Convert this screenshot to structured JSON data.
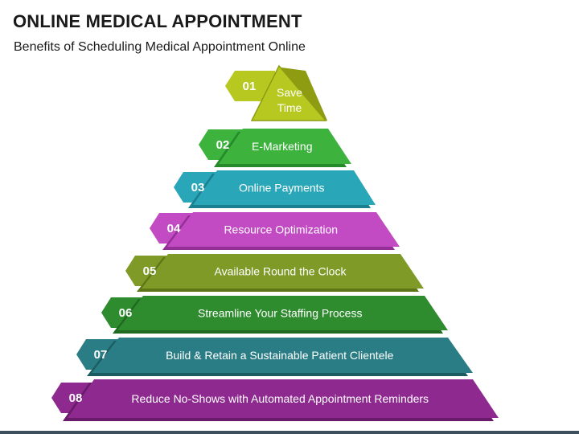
{
  "header": {
    "title": "ONLINE MEDICAL APPOINTMENT",
    "subtitle": "Benefits of Scheduling Medical Appointment Online"
  },
  "levels": [
    {
      "number": "01",
      "label": "Save Time",
      "label_lines": [
        "Save",
        "Time"
      ],
      "color": "#b7c820",
      "color_dark": "#8e9c12"
    },
    {
      "number": "02",
      "label": "E-Marketing",
      "color": "#3db33e",
      "color_dark": "#268a2a"
    },
    {
      "number": "03",
      "label": "Online Payments",
      "color": "#29a7b8",
      "color_dark": "#1a7f8e"
    },
    {
      "number": "04",
      "label": "Resource Optimization",
      "color": "#c24bc4",
      "color_dark": "#932f96"
    },
    {
      "number": "05",
      "label": "Available Round the Clock",
      "color": "#7f9a27",
      "color_dark": "#5f7617"
    },
    {
      "number": "06",
      "label": "Streamline Your Staffing Process",
      "color": "#2e8c2f",
      "color_dark": "#1e6a20"
    },
    {
      "number": "07",
      "label": "Build & Retain a Sustainable Patient Clientele",
      "color": "#2a7d84",
      "color_dark": "#1b5c62"
    },
    {
      "number": "08",
      "label": "Reduce No-Shows with Automated Appointment Reminders",
      "color": "#8e2a8f",
      "color_dark": "#6a1a6b"
    }
  ]
}
